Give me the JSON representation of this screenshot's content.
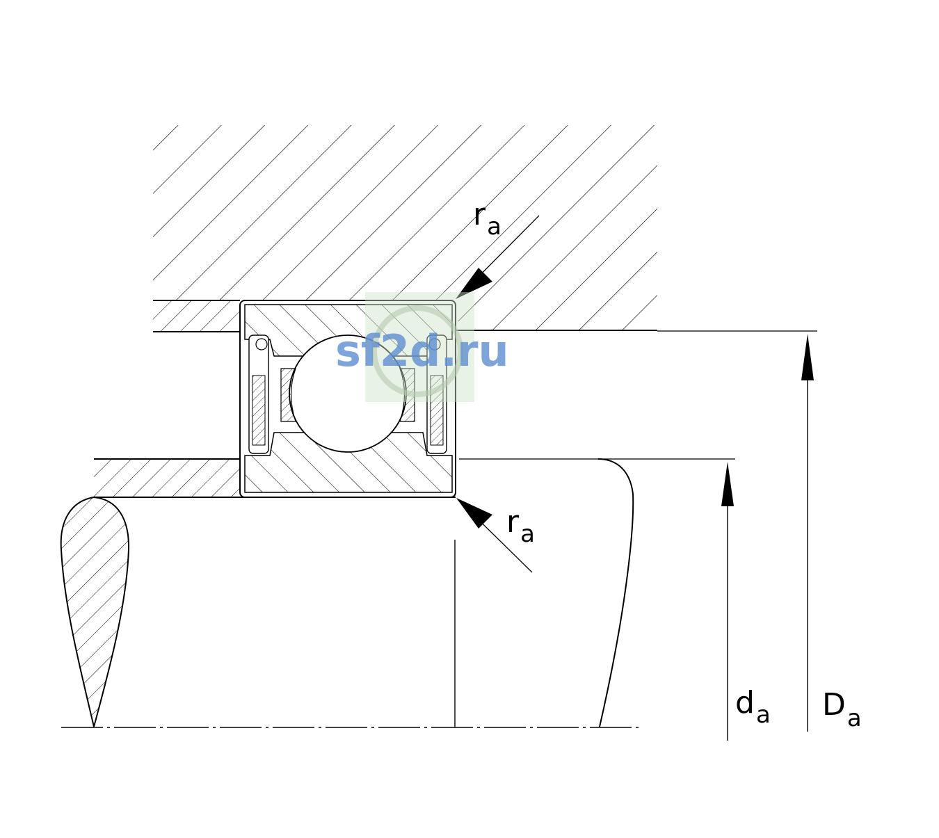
{
  "labels": {
    "ra_top": {
      "main": "r",
      "sub": "a"
    },
    "ra_bottom": {
      "main": "r",
      "sub": "a"
    },
    "da": {
      "main": "d",
      "sub": "a"
    },
    "Da": {
      "main": "D",
      "sub": "a"
    }
  },
  "watermark": {
    "text": "sf2d.ru"
  },
  "colors": {
    "line": "#000000",
    "background": "#ffffff",
    "watermark_text": "#5b8ccf",
    "watermark_box": "#cfe3c8"
  }
}
